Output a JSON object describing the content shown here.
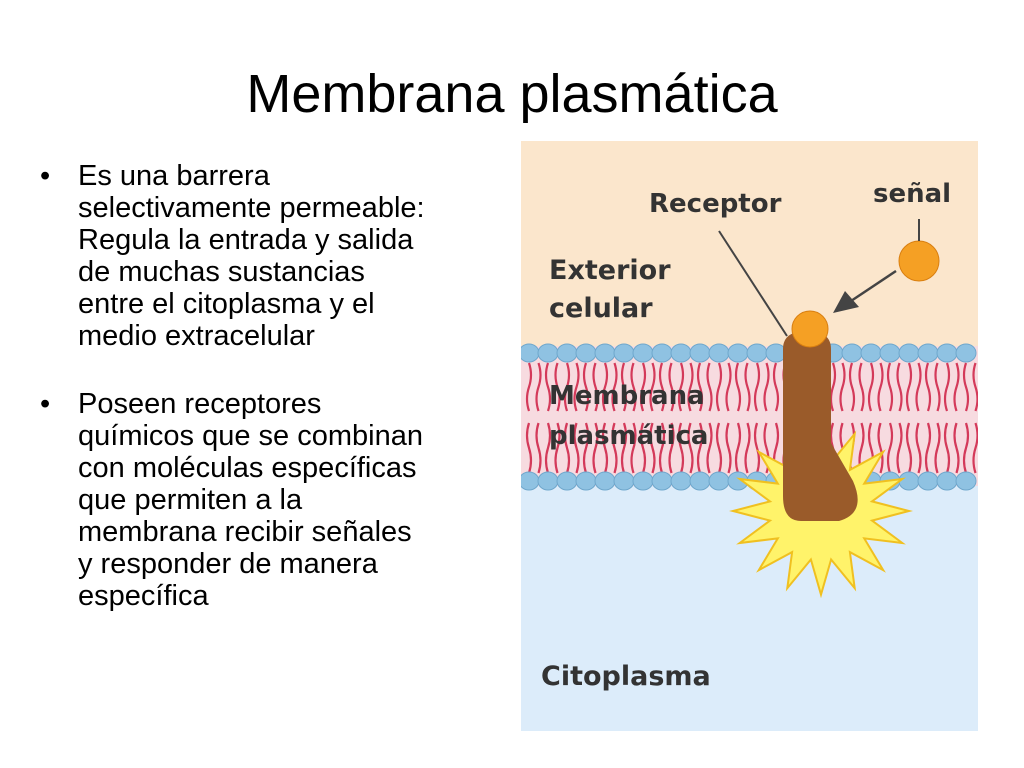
{
  "title": "Membrana plasmática",
  "bullets": [
    {
      "lines": [
        "Es una barrera",
        "selectivamente permeable:",
        "Regula la entrada y salida",
        "de muchas sustancias",
        "entre el citoplasma y el",
        "medio extracelular"
      ]
    },
    {
      "lines": [
        "Poseen receptores",
        "químicos que se combinan",
        "con moléculas específicas",
        "que permiten a la",
        "membrana recibir señales",
        "y responder de manera",
        "específica"
      ]
    }
  ],
  "bullet_marker": "•",
  "figure": {
    "labels": {
      "receptor": "Receptor",
      "signal": "señal",
      "exterior_line1": "Exterior",
      "exterior_line2": "celular",
      "membrane_line1": "Membrana",
      "membrane_line2": "plasmática",
      "cytoplasm": "Citoplasma"
    },
    "colors": {
      "exterior": "#fbe6cc",
      "cytoplasm": "#dcecfa",
      "lipid_heads": "#8fc2e2",
      "lipid_tails": "#d43a5a",
      "membrane_band": "#f7dbe0",
      "receptor": "#9a5b2a",
      "signal_molecule": "#f5a024",
      "burst": "#fff36a",
      "label_text": "#333333"
    }
  }
}
